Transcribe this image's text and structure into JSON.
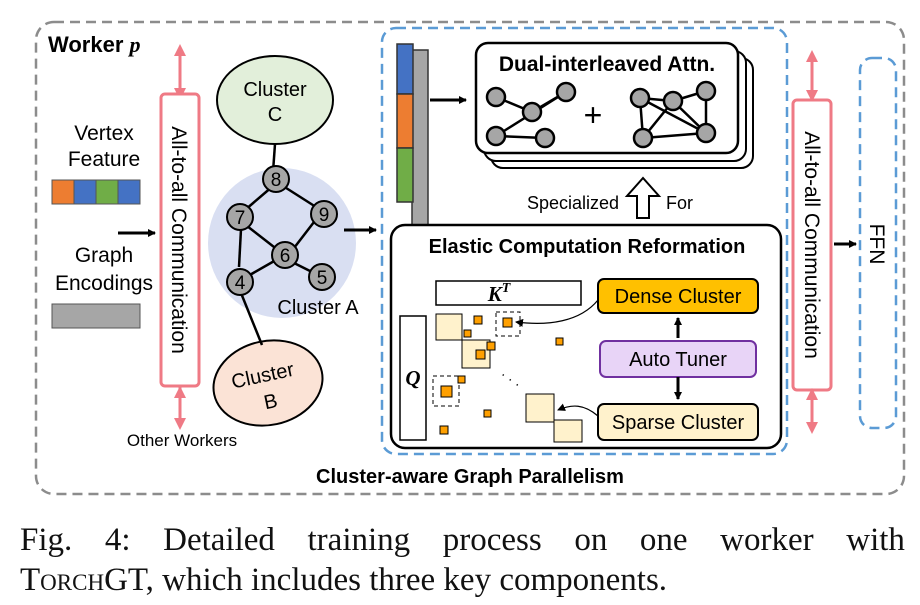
{
  "worker": {
    "label": "Worker ",
    "p": "p"
  },
  "inputs": {
    "vertex_line1": "Vertex",
    "vertex_line2": "Feature",
    "graph_line1": "Graph",
    "graph_line2": "Encodings",
    "feature_colors": [
      "#ed7d31",
      "#4472c4",
      "#70ad47",
      "#4472c4"
    ],
    "encoding_color": "#a6a6a6"
  },
  "comm_left": "All-to-all Communication",
  "comm_right": "All-to-all Communication",
  "other_workers": "Other Workers",
  "clusters": {
    "c_line1": "Cluster",
    "c_line2": "C",
    "a": "Cluster A",
    "b_line1": "Cluster",
    "b_line2": "B",
    "nodes": [
      "8",
      "7",
      "9",
      "6",
      "4",
      "5"
    ]
  },
  "attention": {
    "title": "Dual-interleaved Attn.",
    "plus": "+"
  },
  "specialized": "Specialized",
  "for_label": "For",
  "ecr": {
    "title": "Elastic Computation Reformation",
    "kt": "K",
    "kt_sup": "T",
    "q": "Q",
    "dense": "Dense Cluster",
    "tuner": "Auto Tuner",
    "sparse": "Sparse Cluster",
    "dots": "·  ·  ·"
  },
  "ffn": "FFN",
  "bottom_label": "Cluster-aware Graph Parallelism",
  "caption": {
    "line1": [
      "Fig.",
      "4:",
      "Detailed",
      "training",
      "process",
      "on",
      "one",
      "worker",
      "with"
    ],
    "torch": "Torch",
    "gt": "GT",
    "rest": ", which includes three key components."
  },
  "colors": {
    "pink": "#ef7a85",
    "blue_dash": "#5b9bd5",
    "orange": "#ffc000",
    "purple": "#e8d4f7",
    "cream": "#fff2cc",
    "cluster_c": "#e2efda",
    "cluster_a": "#d9dff2",
    "cluster_b": "#fbe3d6"
  }
}
